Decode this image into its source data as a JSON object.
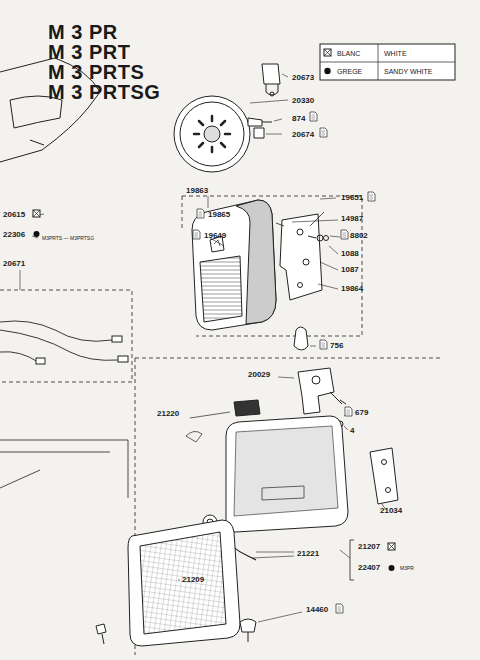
{
  "diagram": {
    "labels": [
      "M 3 PR",
      "M 3 PRT",
      "M 3 PRTS",
      "M 3 PRTSG",
      "WHITE",
      "SANDY WHITE",
      "20673",
      "20330",
      "874",
      "20674",
      "19863",
      "19865",
      "19649",
      "19651",
      "14987",
      "8802",
      "1088",
      "1087",
      "19864",
      "756",
      "20615",
      "22306",
      "M3PRTS — M3PRTSG",
      "20671",
      "20029",
      "679",
      "4",
      "21220",
      "21034",
      "21221",
      "21209",
      "21207",
      "22407",
      "M3PR",
      "14460"
    ],
    "legend": [
      {
        "text": "BLANC"
      },
      {
        "text": "GREGE"
      }
    ]
  }
}
